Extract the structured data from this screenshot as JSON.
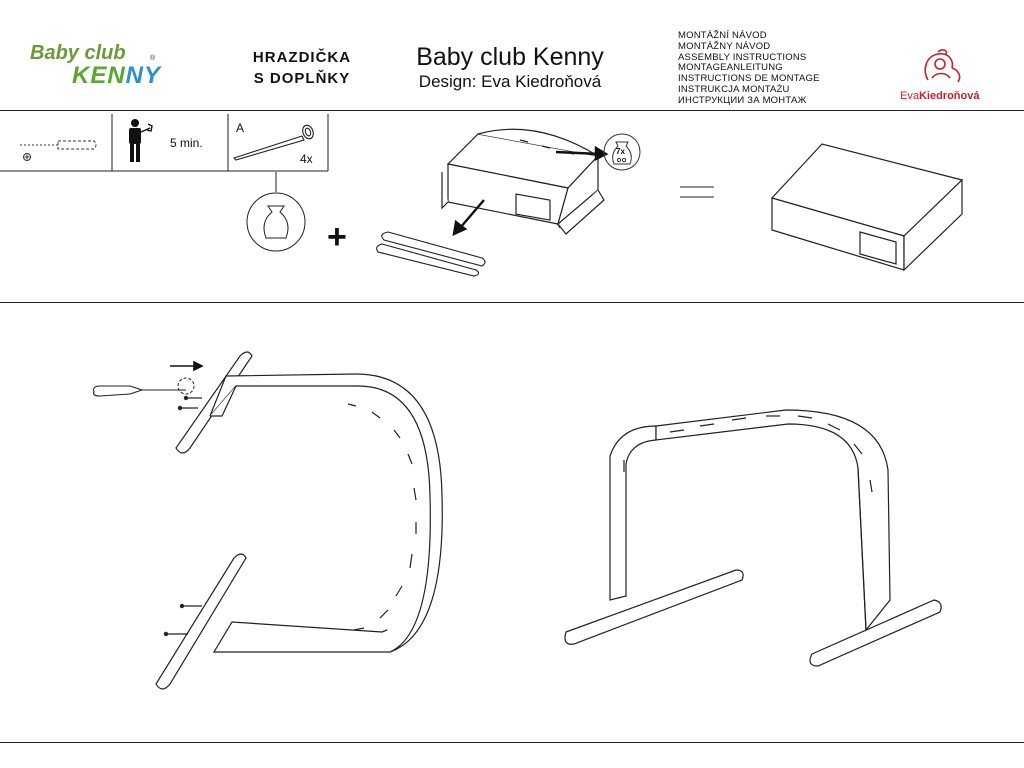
{
  "header": {
    "brand_logo": {
      "line1": "Baby club",
      "line2_a": "KEN",
      "line2_b": "NY",
      "registered": "®"
    },
    "product_title_line1": "HRAZDIČKA",
    "product_title_line2": "S DOPLŇKY",
    "product_name": "Baby club Kenny",
    "designer": "Design: Eva Kiedroňová",
    "instruction_titles": [
      "MONTÁŽNÍ NÁVOD",
      "MONTÁŽNY NÁVOD",
      "ASSEMBLY INSTRUCTIONS",
      "MONTAGEANLEITUNG",
      "INSTRUCTIONS DE MONTAGE",
      "INSTRUKCJA MONTAŻU",
      "ИНСТРУКЦИИ ЗА МОНТАЖ"
    ],
    "designer_logo": {
      "part1": "Eva",
      "part2": "Kiedroňová"
    }
  },
  "tools": {
    "time": "5 min.",
    "part_letter": "A",
    "part_count": "4x",
    "bag_count": "7x",
    "plus": "+"
  },
  "colors": {
    "line": "#222222",
    "brand_green": "#5aa832",
    "brand_blue": "#2d8fd0",
    "designer_red": "#c8202e"
  }
}
